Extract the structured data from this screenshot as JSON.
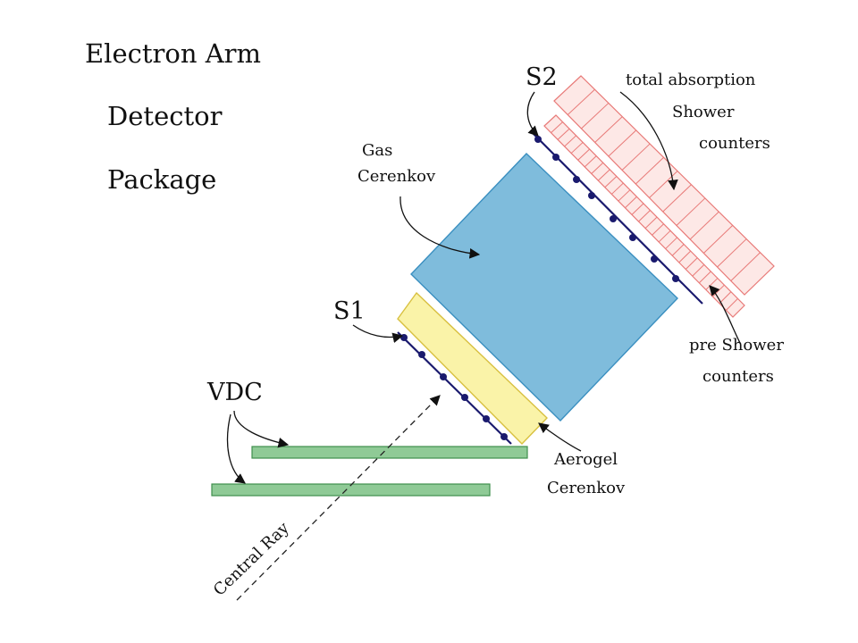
{
  "title": {
    "line1": "Electron   Arm",
    "line2": "Detector",
    "line3": "Package"
  },
  "labels": {
    "s2": "S2",
    "s1": "S1",
    "vdc": "VDC",
    "total_absorption": "total absorption",
    "shower": "Shower",
    "counters_top": "counters",
    "gas": "Gas",
    "cerenkov_gas": "Cerenkov",
    "pre_shower": "pre Shower",
    "counters_bottom": "counters",
    "aerogel": "Aerogel",
    "cerenkov_aerogel": "Cerenkov",
    "central_ray": "Central Ray"
  },
  "colors": {
    "shower": "#e87a78",
    "shower_fill": "#fde8e6",
    "gas_cerenkov": "#7fbcdc",
    "gas_cerenkov_stroke": "#3a8fc0",
    "aerogel": "#faf3a8",
    "aerogel_stroke": "#d8c040",
    "vdc": "#8fca96",
    "vdc_stroke": "#3f8f4c",
    "scintillator": "#1a1a6e"
  }
}
